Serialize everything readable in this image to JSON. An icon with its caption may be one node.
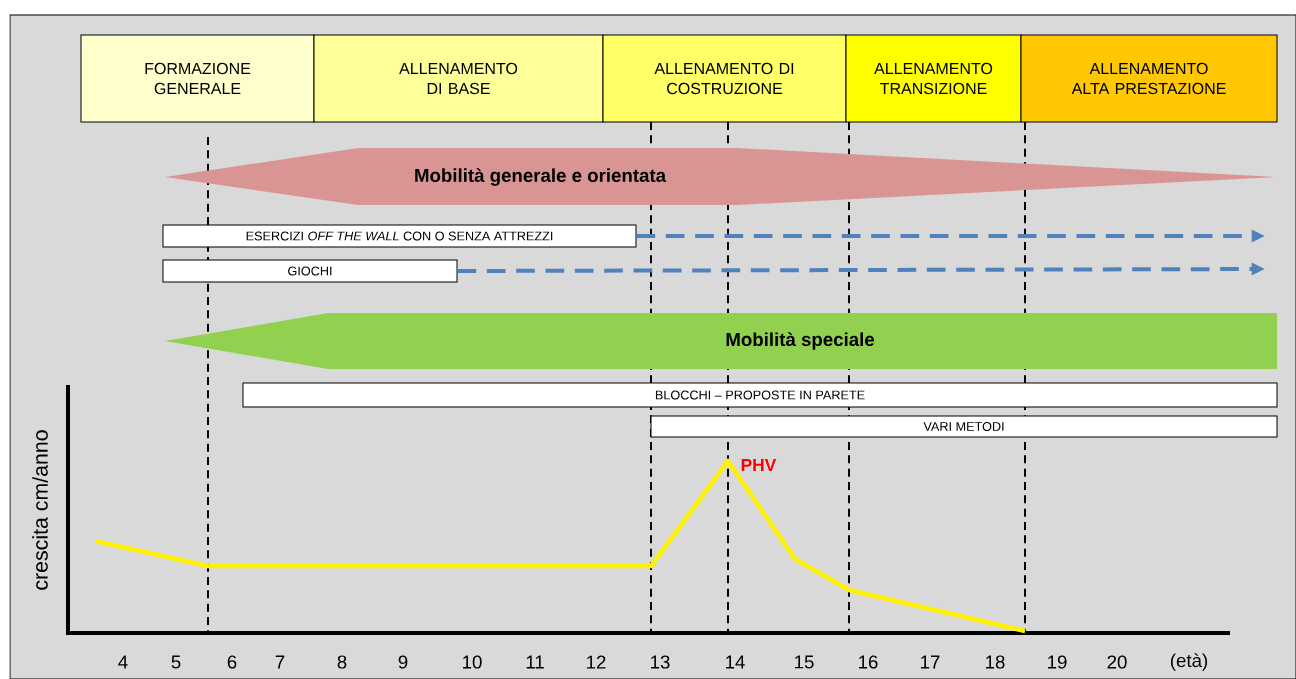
{
  "diagram": {
    "nodes": [
      {
        "text": [
          "FORMAZIONE GENERALE"
        ]
      },
      {
        "text": [
          "ALLENAMENTO DI BASE"
        ]
      },
      {
        "text": [
          "ALLENAMENTO DI COSTRUZIONE"
        ]
      },
      {
        "text": [
          "ALLENAMENTO TRANSIZIONE"
        ]
      },
      {
        "text": [
          "ALLENAMENTO ALTA PRESTAZIONE"
        ]
      },
      {
        "text": [
          "Mobilità generale e orientata"
        ]
      },
      {
        "text": [
          "ESERCIZI *OFF THE WALL* CON O SENZA ATTREZZI"
        ]
      },
      {
        "text": [
          "GIOCHI"
        ]
      },
      {
        "text": [
          "Mobilità speciale"
        ]
      },
      {
        "text": [
          "BLOCCHI – PROPOSTE IN PARETE"
        ]
      },
      {
        "text": [
          "VARI METODI"
        ]
      }
    ],
    "edges": [
      {
        "from": 6,
        "to": null,
        "arrow": "to",
        "style": "dashed",
        "color": "#4f81bd"
      },
      {
        "from": 7,
        "to": null,
        "arrow": "to",
        "style": "dashed",
        "color": "#4f81bd"
      }
    ],
    "labels": [
      "PHV",
      "crescita cm/anno",
      "4",
      "5",
      "6",
      "7",
      "8",
      "9",
      "10",
      "11",
      "12",
      "13",
      "14",
      "15",
      "16",
      "17",
      "18",
      "19",
      "20",
      "(età)"
    ]
  }
}
